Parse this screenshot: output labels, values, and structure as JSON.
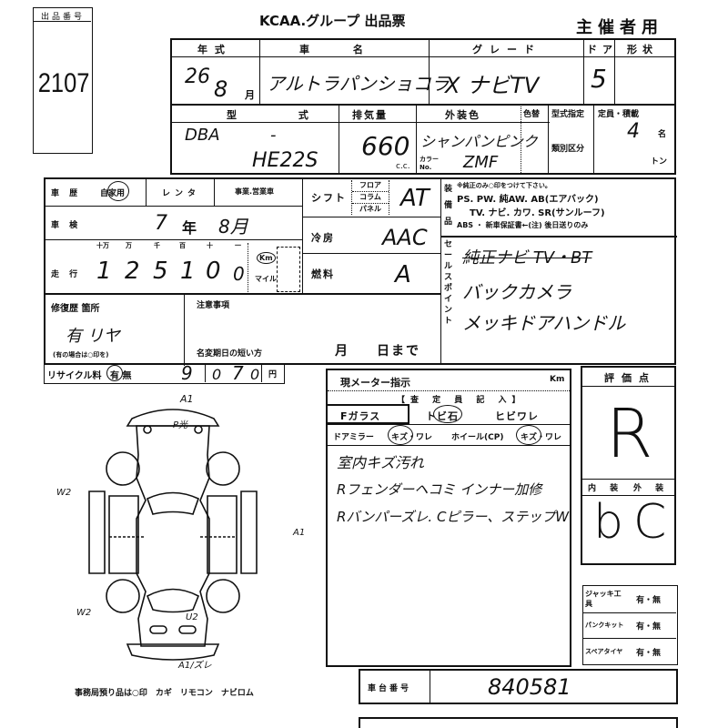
{
  "lot": {
    "label": "出品番号",
    "number": "2107"
  },
  "header": {
    "title": "KCAA.グループ 出品票",
    "copy": "主催者用"
  },
  "vehicle": {
    "year_label": "年 式",
    "year": "26",
    "month": "8",
    "month_unit": "月",
    "name_label": "車 名",
    "name": "アルトラパンショコラ",
    "grade_label": "グレード",
    "grade": "X ナビTV",
    "doors_label": "ドア",
    "doors": "5",
    "shape_label": "形状",
    "model_label": "型 式",
    "model_prefix": "DBA",
    "model_dash": "-",
    "model_code": "HE22S",
    "displacement_label": "排気量",
    "displacement": "660",
    "displacement_unit": "c.c.",
    "color_label": "外装色",
    "color": "シャンパンピンク",
    "color_change_label": "色替",
    "color_no_label": "カラー No.",
    "color_no": "ZMF",
    "type_designation_label": "型式指定",
    "class_label": "類別区分",
    "capacity_label": "定員・積載",
    "capacity": "4",
    "capacity_unit": "名",
    "load_unit": "トン"
  },
  "history": {
    "label": "車 歴",
    "options": "自家用",
    "rental": "レンタ",
    "business": "事業.営業車"
  },
  "inspection": {
    "label": "車 検",
    "year": "7",
    "year_unit": "年",
    "month": "8月"
  },
  "mileage": {
    "label": "走 行",
    "digit_labels": [
      "十万",
      "万",
      "千",
      "百",
      "十",
      "一"
    ],
    "digits": [
      "1",
      "2",
      "5",
      "1",
      "0",
      "0"
    ],
    "unit_km": "Km",
    "unit_mile": "マイル"
  },
  "shift": {
    "label": "シフト",
    "options": [
      "フロア",
      "コラム",
      "パネル"
    ],
    "value": "AT"
  },
  "ac": {
    "label": "冷房",
    "value": "AAC"
  },
  "fuel": {
    "label": "燃料",
    "value": "A"
  },
  "equipment": {
    "label": "装備品",
    "note": "※純正のみ○印をつけて下さい。",
    "line1": "PS. PW. 純AW. AB(エアバック)",
    "line2": "TV. ナビ. カワ. SR(サンルーフ)",
    "line3": "ABS ・ 新車保証書←(注) 後日送りのみ"
  },
  "sales_points": {
    "label": "セールスポイント",
    "lines": [
      "純正ナビ TV・BT",
      "バックカメラ",
      "メッキドアハンドル"
    ]
  },
  "repair": {
    "label": "修復歴 箇所",
    "value": "有 リヤ",
    "note": "(有の場合は○印を)"
  },
  "caution": {
    "label": "注意事項",
    "name_change_label": "名変期日の短い方",
    "month": "月",
    "day": "日まで"
  },
  "recycle": {
    "label": "リサイクル料",
    "options": "有 無",
    "digits": [
      "9",
      "0",
      "7",
      "0"
    ],
    "unit": "円"
  },
  "meter": {
    "label": "現メーター指示",
    "unit": "Km",
    "inspector_label": "【査 定 員 記 入】",
    "fglass_label": "Fガラス",
    "fglass_opts": [
      "トビ石",
      "ヒビワレ"
    ],
    "mirror_label": "ドアミラー",
    "mirror_opts": "キズ・ワレ",
    "wheel_label": "ホイール(CP)",
    "wheel_opts": "キズ・ワレ",
    "notes": [
      "室内キズ汚れ",
      "Rフェンダーヘコミ インナー加修",
      "Rバンパーズレ. Cピラー、ステップW"
    ]
  },
  "score": {
    "label": "評価点",
    "value": "R",
    "interior_label": "内 装",
    "exterior_label": "外 装",
    "interior": "b",
    "exterior": "C"
  },
  "accessories": [
    {
      "label": "ジャッキ工具",
      "opts": "有・無"
    },
    {
      "label": "パンクキット",
      "opts": "有・無"
    },
    {
      "label": "スペアタイヤ",
      "opts": "有・無"
    }
  ],
  "chassis": {
    "label": "車台番号",
    "value": "840581"
  },
  "diagram": {
    "marks": {
      "front": "A1",
      "front_glass": "P光",
      "left_front": "W2",
      "left_rear": "W2",
      "right": "A1",
      "rear": "U2",
      "rear_bumper": "A1/ズレ"
    },
    "footer": "事務局預り品は○印　カギ　リモコン　ナビロム"
  }
}
